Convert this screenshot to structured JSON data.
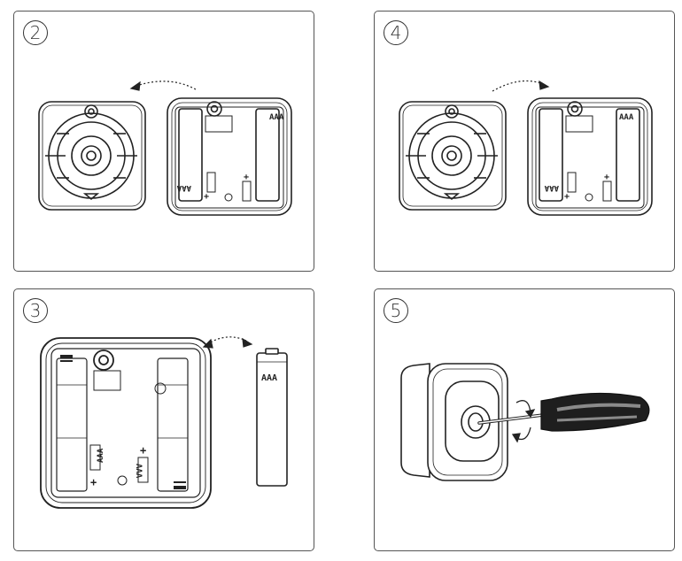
{
  "panels": [
    {
      "step": "2"
    },
    {
      "step": "4"
    },
    {
      "step": "3"
    },
    {
      "step": "5"
    }
  ],
  "battery_label": "AAA",
  "plus_sign": "+",
  "colors": {
    "line": "#222222",
    "frame": "#555555",
    "handle_dark": "#1e1e1e",
    "handle_light": "#8a8a8a"
  },
  "icons": [
    "dotted-arrow-left-icon",
    "dotted-arrow-right-icon",
    "screwdriver-icon",
    "rotate-arrows-icon"
  ]
}
